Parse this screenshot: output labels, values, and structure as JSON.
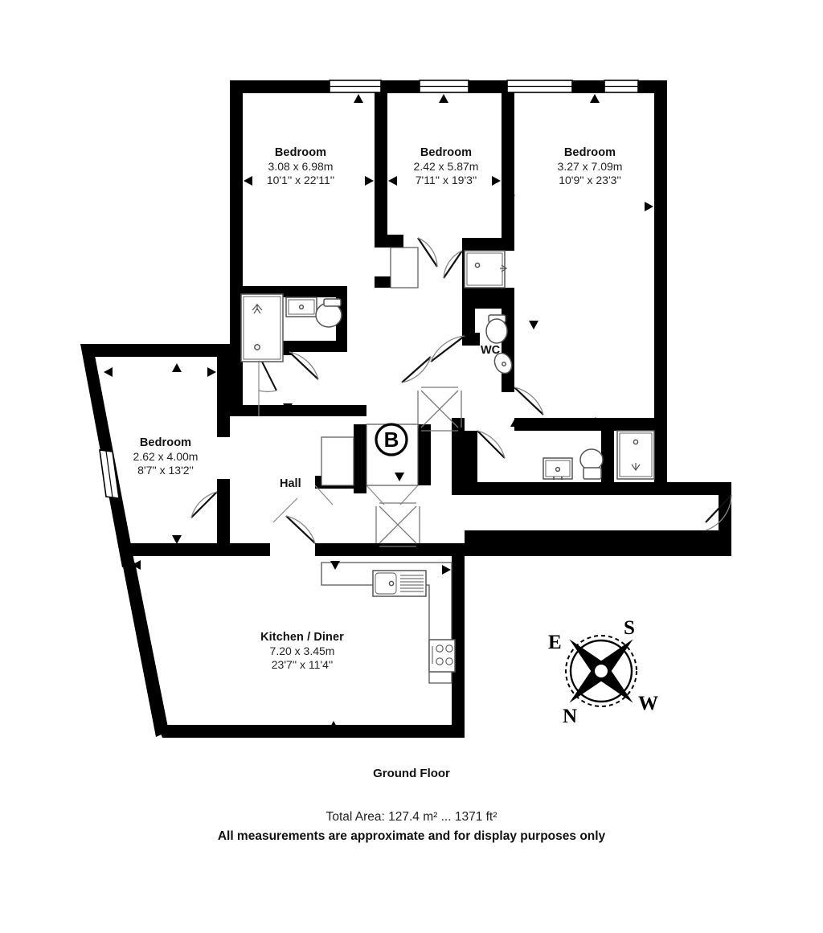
{
  "document": {
    "type": "floor-plan",
    "floor_title": "Ground Floor",
    "total_area": "Total Area: 127.4 m² ... 1371 ft²",
    "disclaimer": "All measurements are approximate and for display purposes only"
  },
  "rooms": [
    {
      "id": "bedroom-1",
      "name": "Bedroom",
      "dim_metric": "3.08 x 6.98m",
      "dim_imperial": "10'1'' x 22'11''"
    },
    {
      "id": "bedroom-2",
      "name": "Bedroom",
      "dim_metric": "2.42 x 5.87m",
      "dim_imperial": "7'11'' x 19'3''"
    },
    {
      "id": "bedroom-3",
      "name": "Bedroom",
      "dim_metric": "3.27 x 7.09m",
      "dim_imperial": "10'9'' x 23'3''"
    },
    {
      "id": "bedroom-4",
      "name": "Bedroom",
      "dim_metric": "2.62 x 4.00m",
      "dim_imperial": "8'7'' x 13'2''"
    },
    {
      "id": "kitchen-diner",
      "name": "Kitchen / Diner",
      "dim_metric": "7.20 x 3.45m",
      "dim_imperial": "23'7'' x 11'4''"
    }
  ],
  "unlabelled_rooms": {
    "wc": "WC",
    "hall": "Hall",
    "boiler_marker": "B"
  },
  "compass": {
    "east": "E",
    "south": "S",
    "north": "N",
    "west": "W"
  },
  "colors": {
    "wall": "#000000",
    "fixture_stroke": "#555555",
    "interior": "#ffffff",
    "text": "#111111"
  }
}
